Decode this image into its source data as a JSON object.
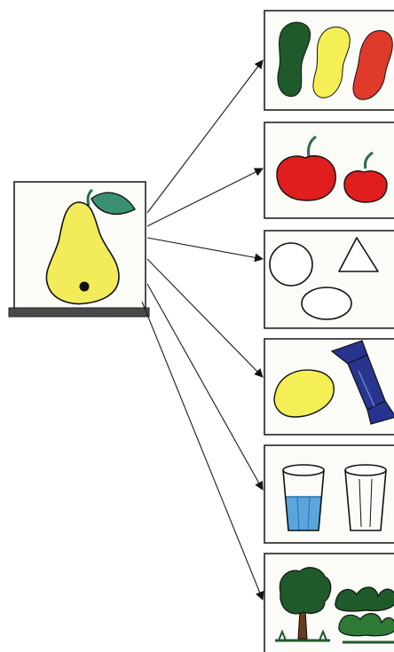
{
  "diagram": {
    "source": {
      "name": "pear"
    },
    "targets": [
      {
        "name": "color-blobs"
      },
      {
        "name": "tomatoes"
      },
      {
        "name": "geometric-shapes"
      },
      {
        "name": "lemon-and-candy"
      },
      {
        "name": "glasses"
      },
      {
        "name": "plants"
      }
    ]
  },
  "colors": {
    "pear": "#f2ec5a",
    "leaf": "#3b9072",
    "shelf": "#4a4a4a",
    "green": "#1f5a2a",
    "yellow": "#f4ef55",
    "red": "#e03a2a",
    "blue_candy": "#27358f",
    "water": "#5aa5dc",
    "tree_trunk": "#6b3a1e"
  }
}
